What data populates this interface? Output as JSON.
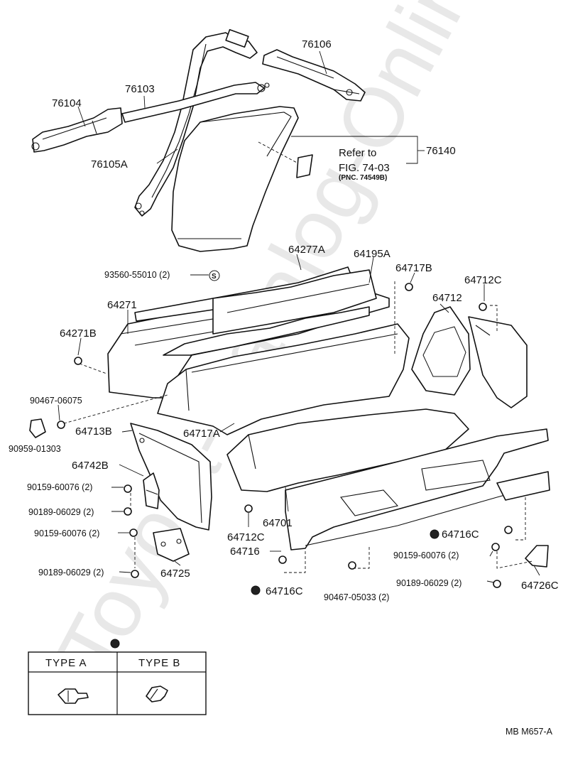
{
  "watermark": "Toyota-Catalog-Online.ru",
  "labels": {
    "p76106": "76106",
    "p76103": "76103",
    "p76104": "76104",
    "p76105A": "76105A",
    "p76140": "76140",
    "refer_line1": "Refer to",
    "refer_line2": "FIG. 74-03",
    "refer_line3": "(PNC. 74549B)",
    "p64277A": "64277A",
    "p64195A": "64195A",
    "p93560": "93560-55010 (2)",
    "p64717B": "64717B",
    "p64712C_top": "64712C",
    "p64271": "64271",
    "p64712": "64712",
    "p64271B": "64271B",
    "p90467_06075": "90467-06075",
    "p64713B": "64713B",
    "p64717A": "64717A",
    "p90959": "90959-01303",
    "p64742B": "64742B",
    "p90159_a": "90159-60076 (2)",
    "p90189_a": "90189-06029 (2)",
    "p90159_b": "90159-60076 (2)",
    "p64712C_bot": "64712C",
    "p64701": "64701",
    "p64716C_right": "64716C",
    "p64716": "64716",
    "p90189_b": "90189-06029 (2)",
    "p64725": "64725",
    "p90159_c": "90159-60076 (2)",
    "p64716C_left": "64716C",
    "p90467_05033": "90467-05033 (2)",
    "p90189_c": "90189-06029 (2)",
    "p64726C": "64726C"
  },
  "legend": {
    "type_a": "TYPE  A",
    "type_b": "TYPE  B"
  },
  "footer": "MB  M657-A"
}
